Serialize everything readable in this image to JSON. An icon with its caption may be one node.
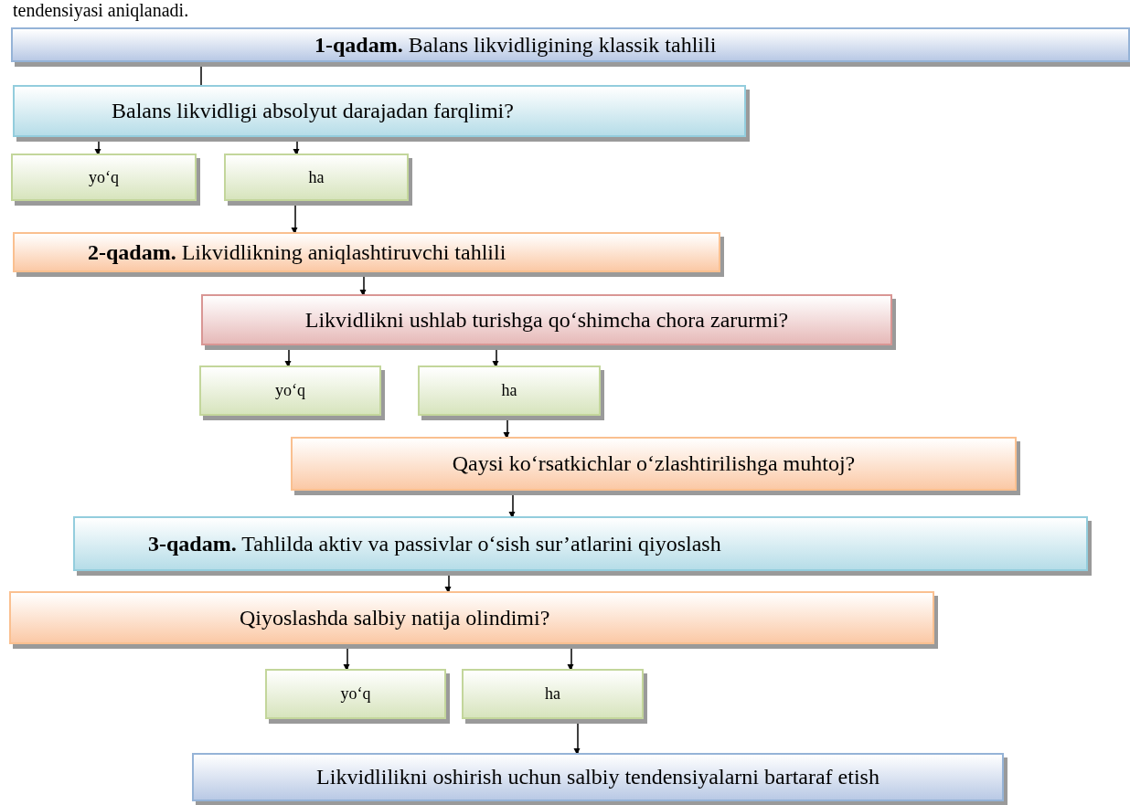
{
  "diagram": {
    "nodes": [
      {
        "text": [
          "**1-qadam.** Balans likvidligining klassik tahlili"
        ]
      },
      {
        "text": [
          "Balans likvidligi absolyut darajadan farqlimi?"
        ]
      },
      {
        "text": [
          "yo‘q"
        ]
      },
      {
        "text": [
          "ha"
        ]
      },
      {
        "text": [
          "**2-qadam.** Likvidlikning aniqlashtiruvchi tahlili"
        ]
      },
      {
        "text": [
          "Likvidlikni ushlab turishga qo‘shimcha chora zarurmi?"
        ]
      },
      {
        "text": [
          "yo‘q"
        ]
      },
      {
        "text": [
          "ha"
        ]
      },
      {
        "text": [
          "Qaysi ko‘rsatkichlar o‘zlashtirilishga muhtoj?"
        ]
      },
      {
        "text": [
          "**3-qadam.** Tahlilda aktiv va passivlar o‘sish sur’atlarini qiyoslash"
        ]
      },
      {
        "text": [
          "Qiyoslashda salbiy natija olindimi?"
        ]
      },
      {
        "text": [
          "yo‘q"
        ]
      },
      {
        "text": [
          "ha"
        ]
      },
      {
        "text": [
          "Likvidlilikni oshirish uchun salbiy tendensiyalarni bartaraf etish"
        ]
      }
    ],
    "edges": [
      {
        "from": 0,
        "to": 1,
        "arrow": "none"
      },
      {
        "from": 1,
        "to": 2,
        "arrow": "to"
      },
      {
        "from": 1,
        "to": 3,
        "arrow": "to"
      },
      {
        "from": 3,
        "to": 4,
        "arrow": "to"
      },
      {
        "from": 4,
        "to": 5,
        "arrow": "to"
      },
      {
        "from": 5,
        "to": 6,
        "arrow": "to"
      },
      {
        "from": 5,
        "to": 7,
        "arrow": "to"
      },
      {
        "from": 7,
        "to": 8,
        "arrow": "to"
      },
      {
        "from": 8,
        "to": 9,
        "arrow": "to"
      },
      {
        "from": 9,
        "to": 10,
        "arrow": "to"
      },
      {
        "from": 10,
        "to": 11,
        "arrow": "to"
      },
      {
        "from": 10,
        "to": 12,
        "arrow": "to"
      },
      {
        "from": 12,
        "to": 13,
        "arrow": "to"
      }
    ],
    "labels": [
      "tendensiyasi aniqlanadi."
    ]
  }
}
